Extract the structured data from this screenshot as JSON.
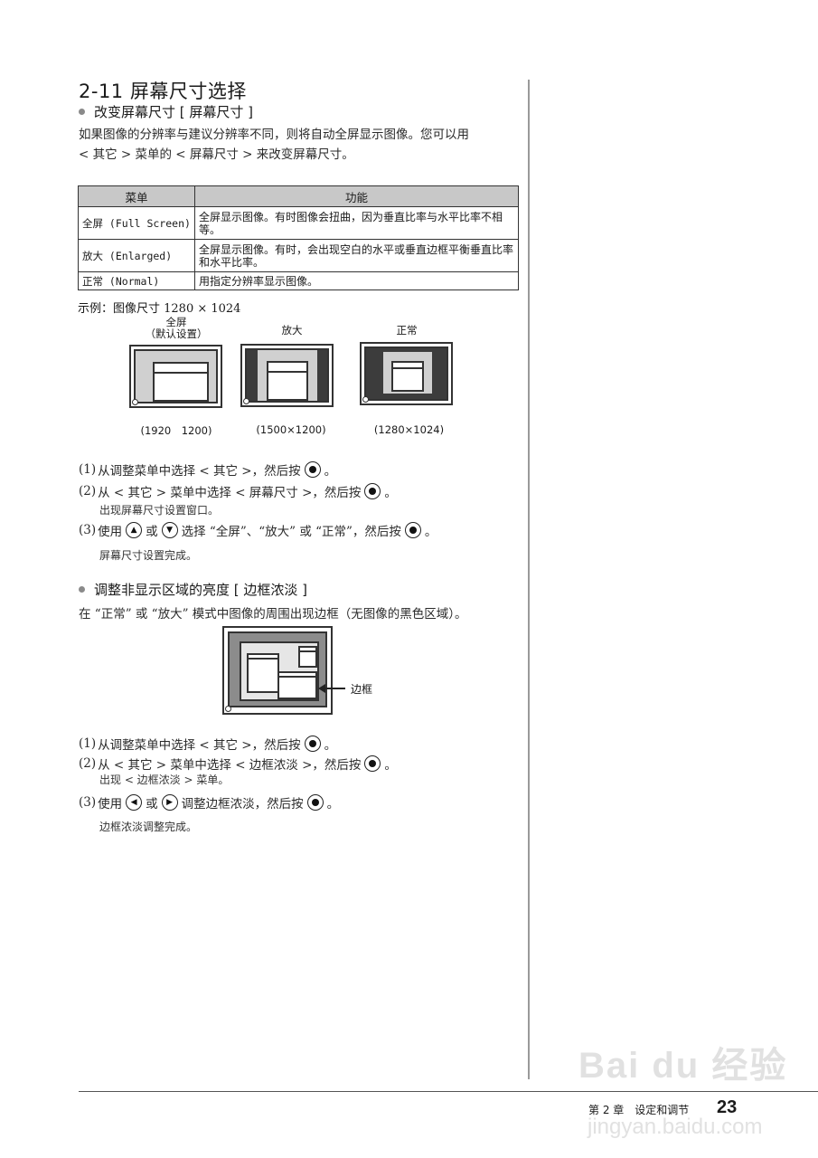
{
  "page": {
    "title": "2-11 屏幕尺寸选择",
    "section1": {
      "heading": "改变屏幕尺寸 [ 屏幕尺寸 ]",
      "intro_line1": "如果图像的分辨率与建议分辨率不同，则将自动全屏显示图像。您可以用",
      "intro_line2": "< 其它 > 菜单的 < 屏幕尺寸 > 来改变屏幕尺寸。",
      "table": {
        "headers": [
          "菜单",
          "功能"
        ],
        "rows": [
          {
            "menu": "全屏 (Full Screen)",
            "function": "全屏显示图像。有时图像会扭曲，因为垂直比率与水平比率不相等。"
          },
          {
            "menu": "放大 (Enlarged)",
            "function": "全屏显示图像。有时，会出现空白的水平或垂直边框平衡垂直比率和水平比率。"
          },
          {
            "menu": "正常 (Normal)",
            "function": "用指定分辨率显示图像。"
          }
        ]
      },
      "example_label": "示例：图像尺寸 1280 × 1024",
      "figures": [
        {
          "label_line1": "全屏",
          "label_line2": "（默认设置）",
          "caption": "(1920　1200)"
        },
        {
          "label_line1": "放大",
          "label_line2": "",
          "caption": "(1500×1200)"
        },
        {
          "label_line1": "正常",
          "label_line2": "",
          "caption": "(1280×1024)"
        }
      ],
      "steps": [
        {
          "num": "(1)",
          "text_before": "从调整菜单中选择 < 其它 >，然后按",
          "text_after": "。",
          "note": ""
        },
        {
          "num": "(2)",
          "text_before": "从 < 其它 > 菜单中选择 < 屏幕尺寸 >，然后按",
          "text_after": "。",
          "note": "出现屏幕尺寸设置窗口。"
        },
        {
          "num": "(3)",
          "text_before": "使用",
          "mid1": "或",
          "mid2": "选择 “全屏”、“放大” 或 “正常”，然后按",
          "text_after": "。",
          "note": "屏幕尺寸设置完成。"
        }
      ]
    },
    "section2": {
      "heading": "调整非显示区域的亮度 [ 边框浓淡 ]",
      "intro": "在 “正常” 或 “放大” 模式中图像的周围出现边框（无图像的黑色区域）。",
      "figure_callout": "边框",
      "steps": [
        {
          "num": "(1)",
          "text_before": "从调整菜单中选择 < 其它 >，然后按",
          "text_after": "。",
          "note": ""
        },
        {
          "num": "(2)",
          "text_before": "从 < 其它 > 菜单中选择 < 边框浓淡 >，然后按",
          "text_after": "。",
          "note": "出现 < 边框浓淡 > 菜单。"
        },
        {
          "num": "(3)",
          "text_before": "使用",
          "mid1": "或",
          "mid2": "调整边框浓淡，然后按",
          "text_after": "。",
          "note": "边框浓淡调整完成。"
        }
      ]
    },
    "icons": {
      "enter": "enter-button-icon",
      "up": "▲",
      "down": "▼",
      "left": "◀",
      "right": "▶"
    },
    "footer": {
      "chapter": "第 2 章　设定和调节",
      "page_number": "23"
    },
    "watermark": {
      "text": "Bai du 经验",
      "sub": "jingyan.baidu.com"
    }
  }
}
